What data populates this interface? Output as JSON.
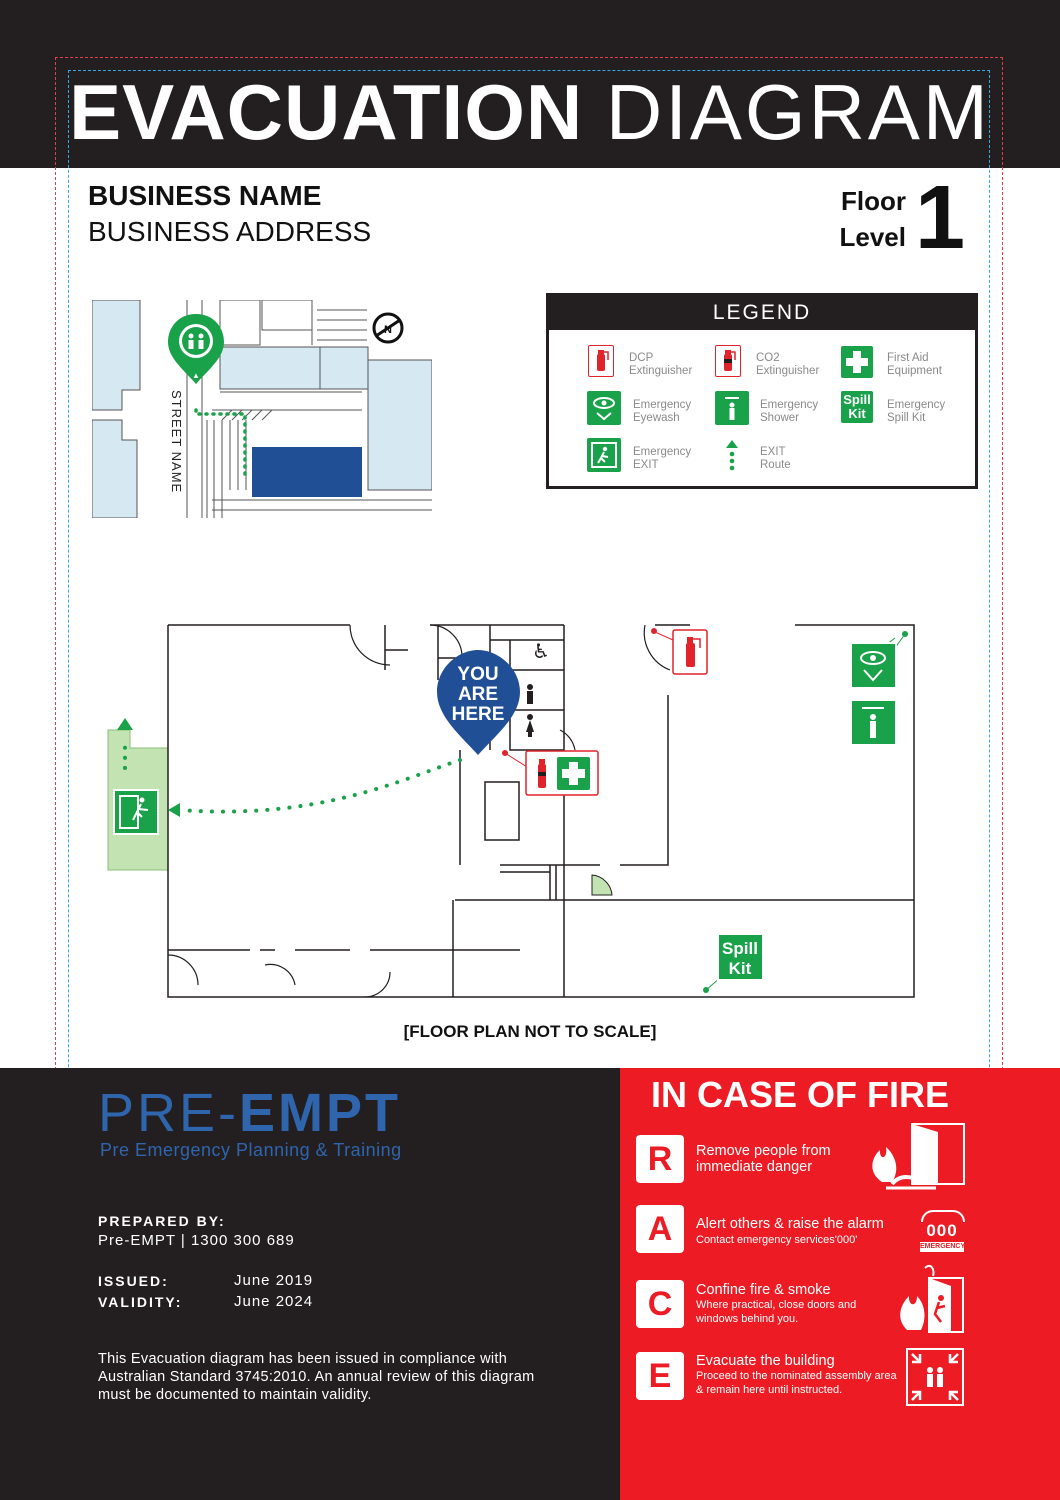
{
  "header": {
    "title_bold": "EVACUATION",
    "title_light": "DIAGRAM"
  },
  "business": {
    "name": "BUSINESS NAME",
    "address": "BUSINESS ADDRESS"
  },
  "floor": {
    "label_line1": "Floor",
    "label_line2": "Level",
    "number": "1"
  },
  "site_map": {
    "street_label": "STREET NAME",
    "north_label": "N"
  },
  "legend": {
    "title": "LEGEND",
    "items": [
      {
        "icon": "dcp-extinguisher-icon",
        "line1": "DCP",
        "line2": "Extinguisher"
      },
      {
        "icon": "co2-extinguisher-icon",
        "line1": "CO2",
        "line2": "Extinguisher"
      },
      {
        "icon": "first-aid-icon",
        "line1": "First Aid",
        "line2": "Equipment"
      },
      {
        "icon": "eyewash-icon",
        "line1": "Emergency",
        "line2": "Eyewash"
      },
      {
        "icon": "shower-icon",
        "line1": "Emergency",
        "line2": "Shower"
      },
      {
        "icon": "spill-kit-icon",
        "line1": "Emergency",
        "line2": "Spill Kit"
      },
      {
        "icon": "exit-icon",
        "line1": "Emergency",
        "line2": "EXIT"
      },
      {
        "icon": "exit-route-icon",
        "line1": "EXIT",
        "line2": "Route"
      }
    ]
  },
  "floor_plan": {
    "you_are_here": [
      "YOU",
      "ARE",
      "HERE"
    ],
    "spill_kit": [
      "Spill",
      "Kit"
    ],
    "note": "[FLOOR PLAN NOT TO SCALE]"
  },
  "company": {
    "logo_left": "PRE-",
    "logo_right": "EMPT",
    "tagline": "Pre Emergency Planning & Training"
  },
  "details": {
    "prepared_label": "PREPARED BY:",
    "prepared_value": "Pre-EMPT | 1300 300 689",
    "issued_label": "ISSUED:",
    "issued_value": "June 2019",
    "validity_label": "VALIDITY:",
    "validity_value": "June 2024",
    "compliance": "This Evacuation diagram has been issued in compliance with Australian Standard 3745:2010.  An annual review of this diagram must be documented to maintain validity."
  },
  "fire": {
    "title": "IN CASE OF FIRE",
    "steps": [
      {
        "letter": "R",
        "head": "Remove people from immediate danger",
        "sub": ""
      },
      {
        "letter": "A",
        "head": "Alert others & raise the alarm",
        "sub": "Contact emergency services'000'"
      },
      {
        "letter": "C",
        "head": "Confine fire & smoke",
        "sub": "Where practical, close doors and windows behind you."
      },
      {
        "letter": "E",
        "head": "Evacuate the building",
        "sub": "Proceed to the nominated assembly area & remain here until instructed."
      }
    ],
    "alarm_badge_number": "000",
    "alarm_badge_label": "EMERGENCY"
  },
  "colors": {
    "dark": "#231f20",
    "red": "#ed1c24",
    "green": "#19a24a",
    "blue": "#2f65ad",
    "map_blue": "#d6e8f2"
  }
}
